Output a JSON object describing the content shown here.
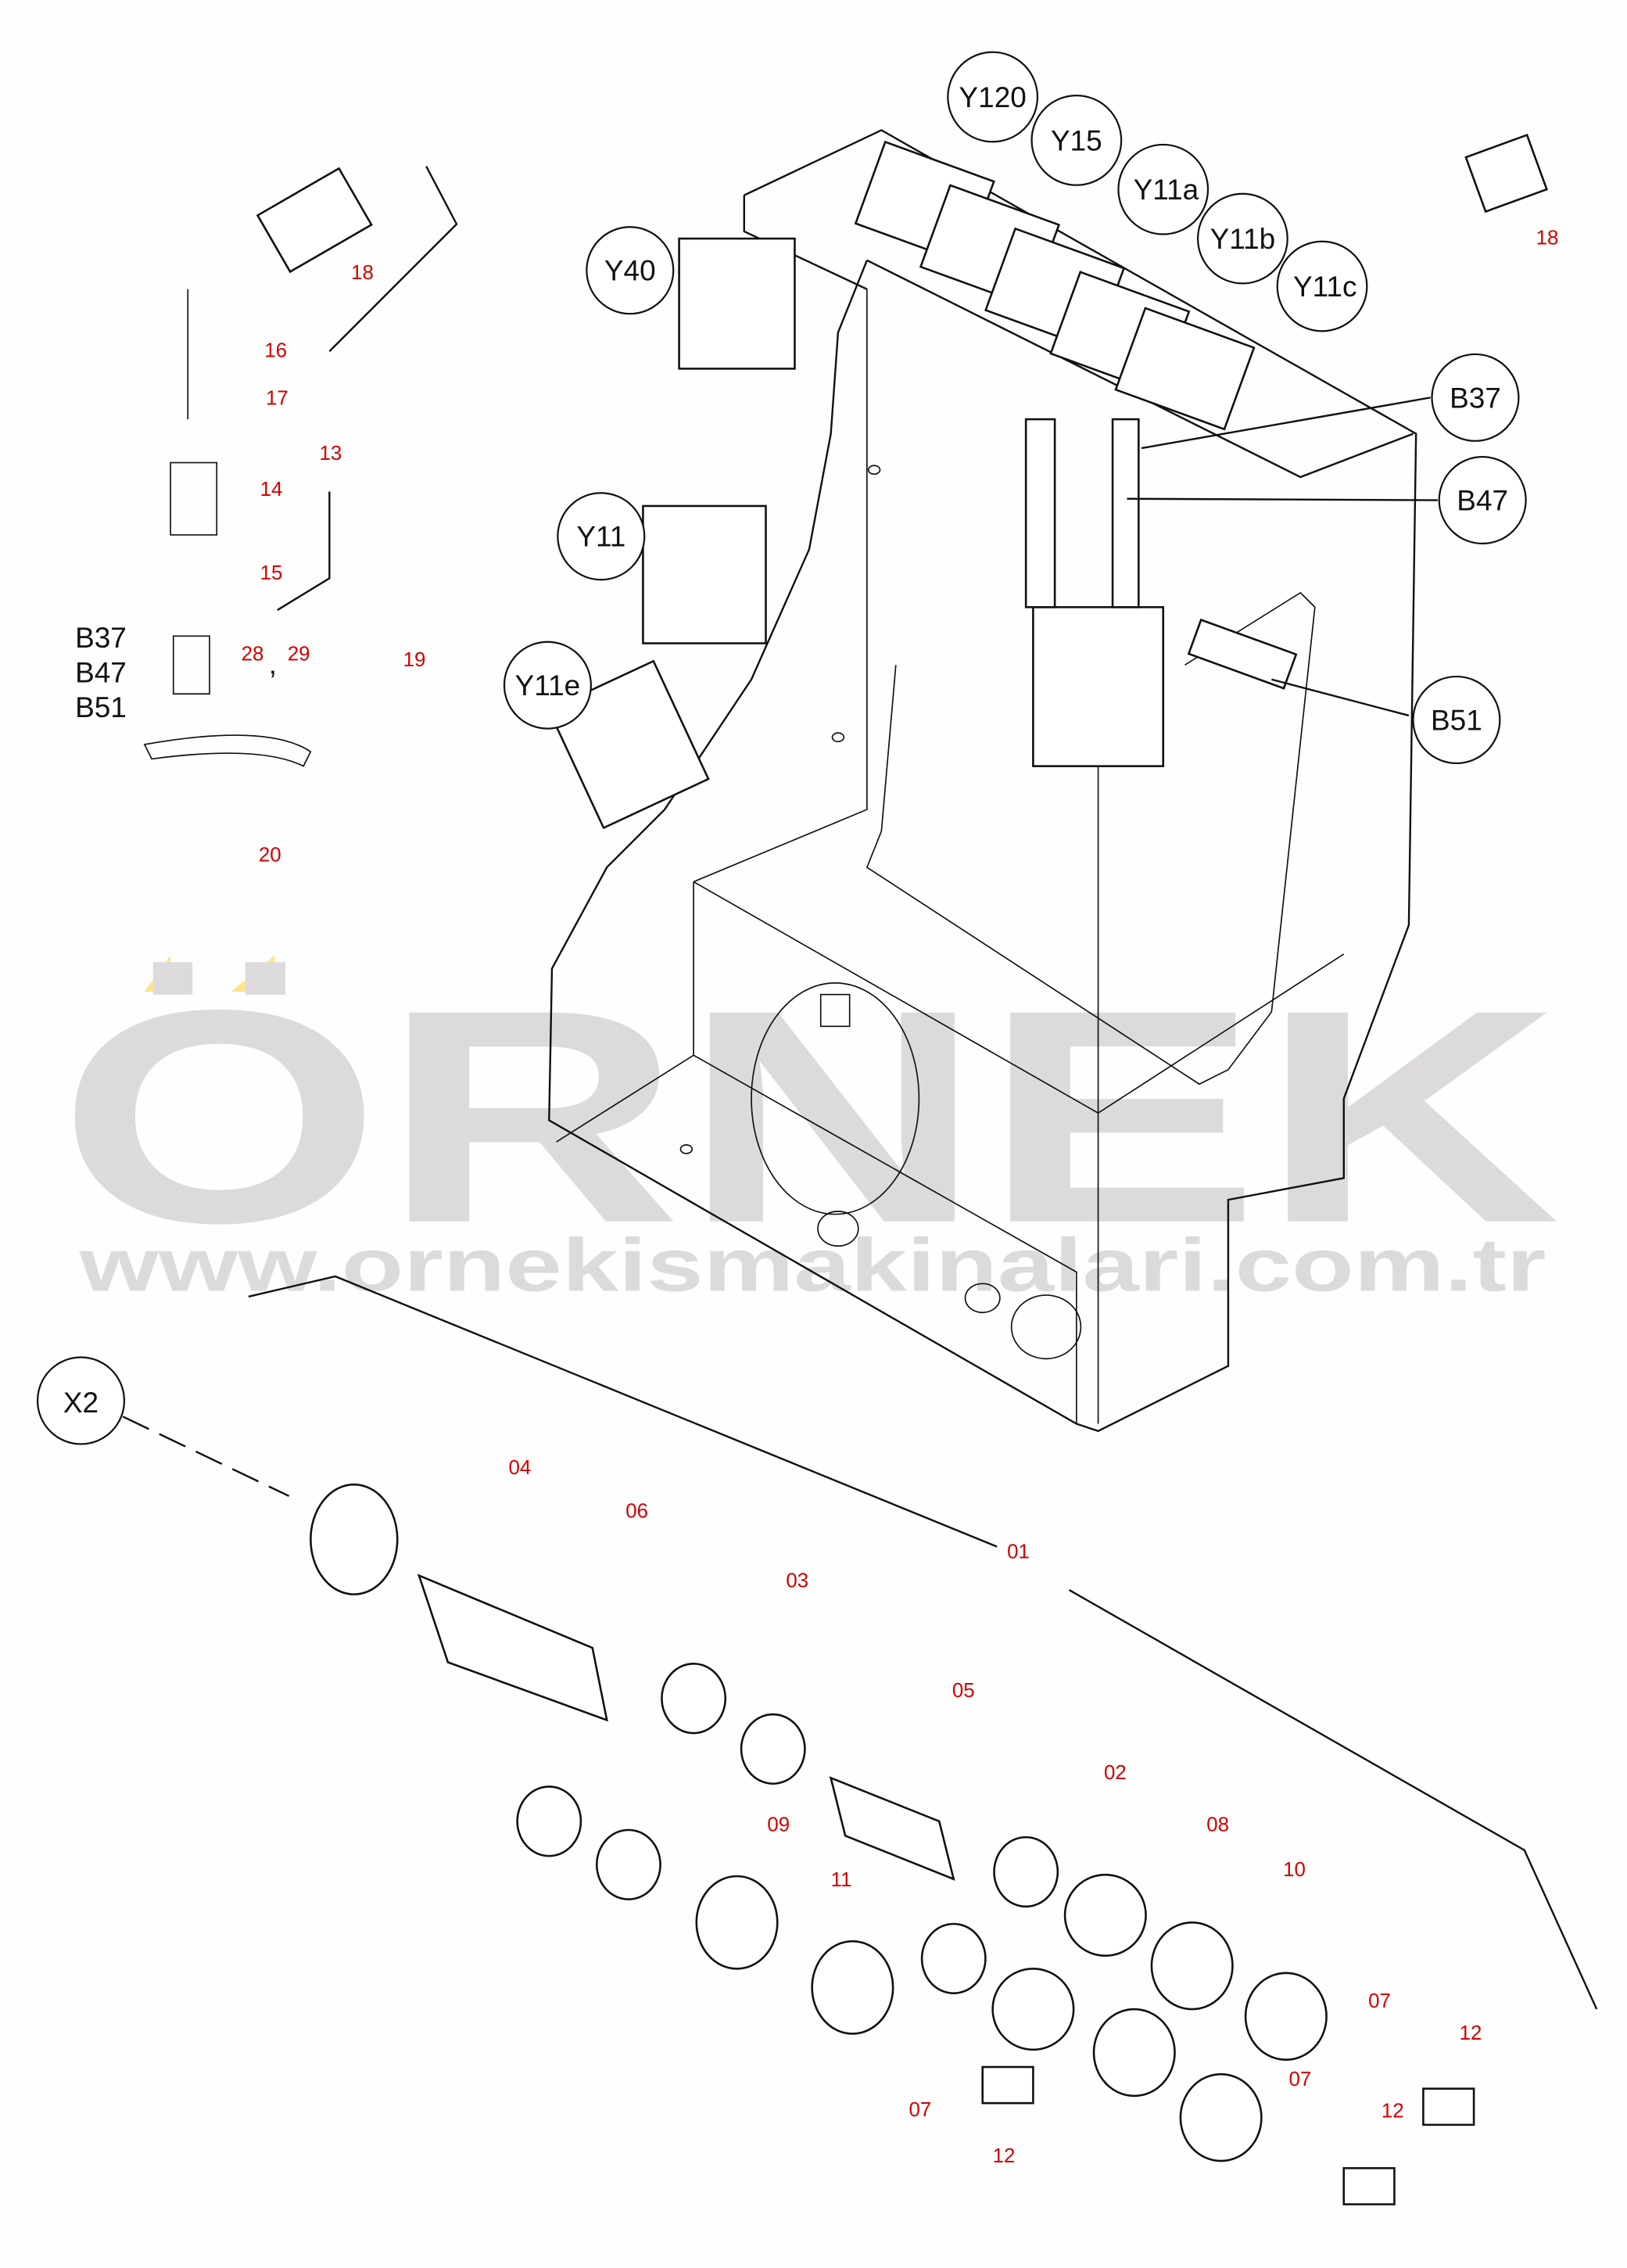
{
  "watermark": {
    "brand": "ÖRNEK",
    "url": "www.ornekismakinalari.com.tr",
    "accent_color": "#fde38a",
    "text_color": "#dcdadd"
  },
  "callouts": {
    "Y120": "Y120",
    "Y15": "Y15",
    "Y11a": "Y11a",
    "Y11b": "Y11b",
    "Y11c": "Y11c",
    "Y40": "Y40",
    "B37": "B37",
    "B47": "B47",
    "Y11": "Y11",
    "Y11e": "Y11e",
    "B51": "B51",
    "X2": "X2"
  },
  "sensor_labels": [
    "B37",
    "B47",
    "B51"
  ],
  "separator": ",",
  "part_numbers": {
    "p18a": "18",
    "p16": "16",
    "p17": "17",
    "p13": "13",
    "p14": "14",
    "p15": "15",
    "p28": "28",
    "p29": "29",
    "p19": "19",
    "p20": "20",
    "p18b": "18",
    "p04": "04",
    "p06": "06",
    "p01": "01",
    "p03": "03",
    "p05": "05",
    "p02": "02",
    "p08": "08",
    "p09": "09",
    "p10": "10",
    "p11": "11",
    "p07a": "07",
    "p12a": "12",
    "p07b": "07",
    "p12b": "12",
    "p07c": "07",
    "p12c": "12"
  }
}
